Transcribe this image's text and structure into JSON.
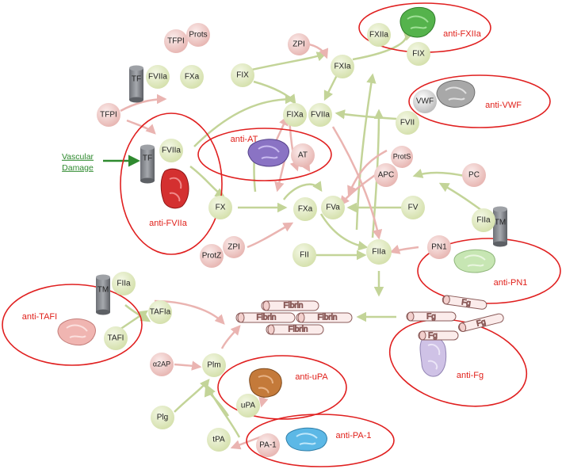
{
  "colors": {
    "green_node": "#dfe8bf",
    "pink_node": "#f2cfcc",
    "green_arrow": "#c3d498",
    "pink_arrow": "#eab4b1",
    "ring": "#e02020",
    "anti_text": "#e0201a",
    "damage_green": "#2f8a2f"
  },
  "damage": {
    "line1": "Vascular",
    "line2": "Damage"
  },
  "nodes": {
    "TFPI_top": "TFPI",
    "Prots_top": "Prots",
    "TF_top": "TF",
    "FVIIa_top": "FVIIa",
    "FXa_top": "FXa",
    "TFPI_left": "TFPI",
    "TF_mid": "TF",
    "FVIIa_mid": "FVIIa",
    "ZPI_top": "ZPI",
    "FXIa": "FXIa",
    "FIX_left": "FIX",
    "FXIIa": "FXIIa",
    "FIX_right": "FIX",
    "FIXa": "FIXa",
    "FVIIa_c": "FVIIa",
    "VWF": "VWF",
    "FVII": "FVII",
    "AT": "AT",
    "ProtS": "ProtS",
    "APC": "APC",
    "PC": "PC",
    "FX": "FX",
    "FXa": "FXa",
    "FVa": "FVa",
    "FV": "FV",
    "FIIa_r": "FIIa",
    "TM_r": "TM",
    "ZPI_b": "ZPI",
    "ProtZ": "ProtZ",
    "FII": "FII",
    "FIIa_c": "FIIa",
    "PN1": "PN1",
    "TM_l": "TM",
    "FIIa_l": "FIIa",
    "TAFIa": "TAFIa",
    "TAFI": "TAFI",
    "a2AP": "α2AP",
    "Plm": "Plm",
    "uPA": "uPA",
    "Plg": "Plg",
    "tPA": "tPA",
    "PA1": "PA-1"
  },
  "fibrin": [
    "Fibrin",
    "Fibrin",
    "Fibrin",
    "Fibrin"
  ],
  "fg": [
    "Fg",
    "Fg",
    "Fg",
    "Fg"
  ],
  "anti": {
    "FXIIa": "anti-FXIIa",
    "VWF": "anti-VWF",
    "AT": "anti-AT",
    "FVIIa": "anti-FVIIa",
    "PN1": "anti-PN1",
    "TAFI": "anti-TAFI",
    "uPA": "anti-uPA",
    "Fg": "anti-Fg",
    "PA1": "anti-PA-1"
  },
  "icons": {
    "FXIIa": "protein-structure-green",
    "VWF": "protein-structure-gray",
    "AT": "protein-structure-purple",
    "FVIIa": "protein-structure-red",
    "PN1": "protein-structure-lightgreen",
    "TAFI": "protein-structure-pink",
    "uPA": "protein-structure-brown",
    "Fg": "protein-structure-lavender",
    "PA1": "protein-structure-blue"
  }
}
